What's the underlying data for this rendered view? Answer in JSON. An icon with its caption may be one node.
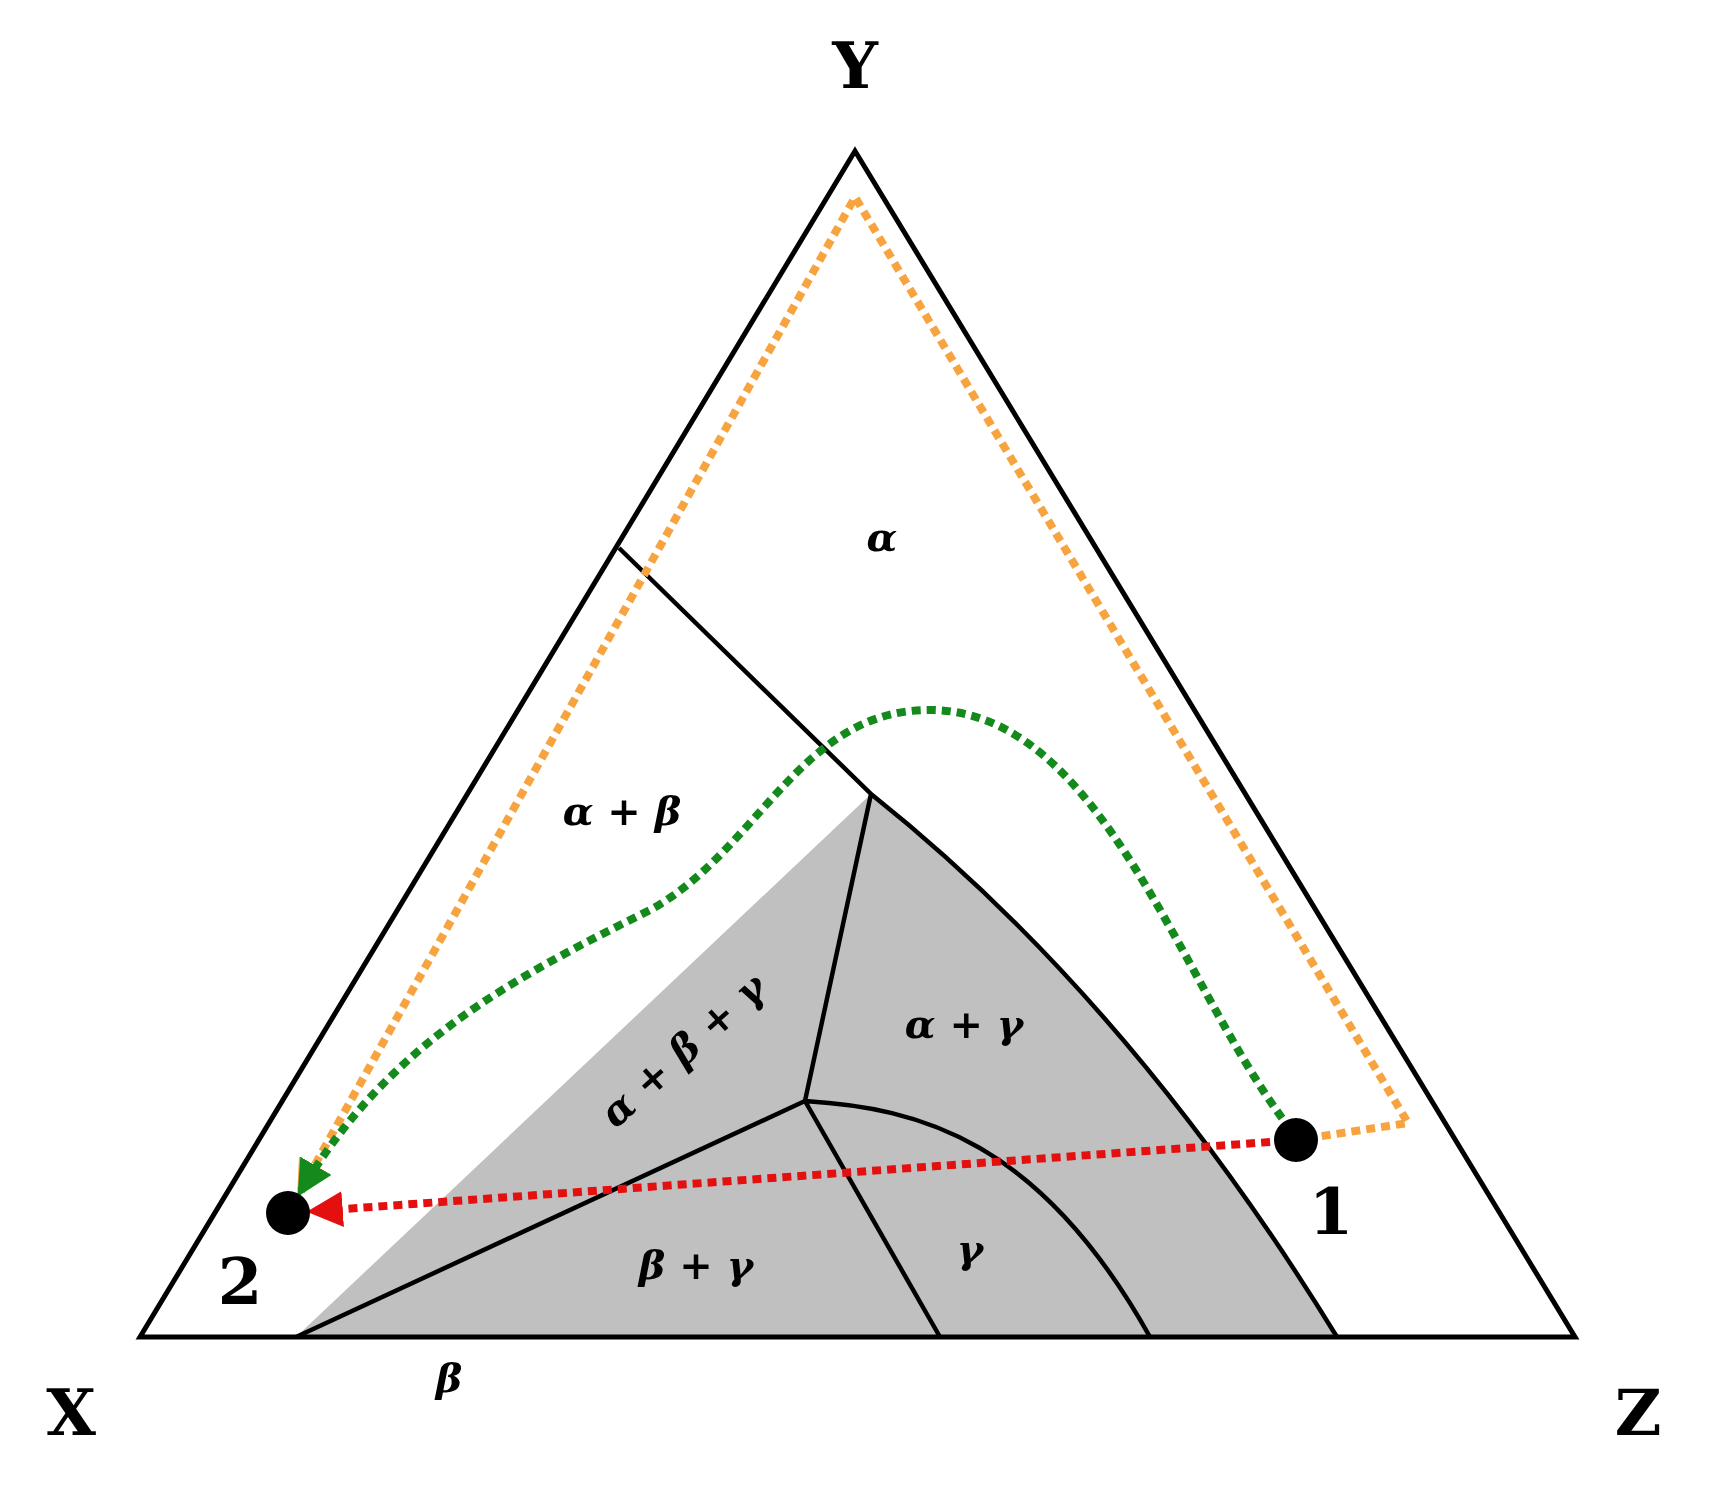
{
  "diagram": {
    "nodes": [
      {
        "text": [],
        "shape": "circle",
        "beside": [
          "1"
        ]
      },
      {
        "text": [],
        "shape": "circle",
        "beside": [
          "2"
        ]
      }
    ],
    "edges": [
      {
        "from": 0,
        "to": 1,
        "arrow": "to",
        "style": "dashed",
        "color": "#f7a440"
      },
      {
        "from": 0,
        "to": 1,
        "arrow": "to",
        "style": "dashed",
        "color": "#14891c"
      },
      {
        "from": 0,
        "to": 1,
        "arrow": "to",
        "style": "dashed",
        "color": "#e3100f"
      }
    ],
    "labels": [
      "Y",
      "α",
      "α + β",
      "α + β + γ",
      "α + γ",
      "β + γ",
      "γ",
      "X",
      "β",
      "Z"
    ]
  }
}
